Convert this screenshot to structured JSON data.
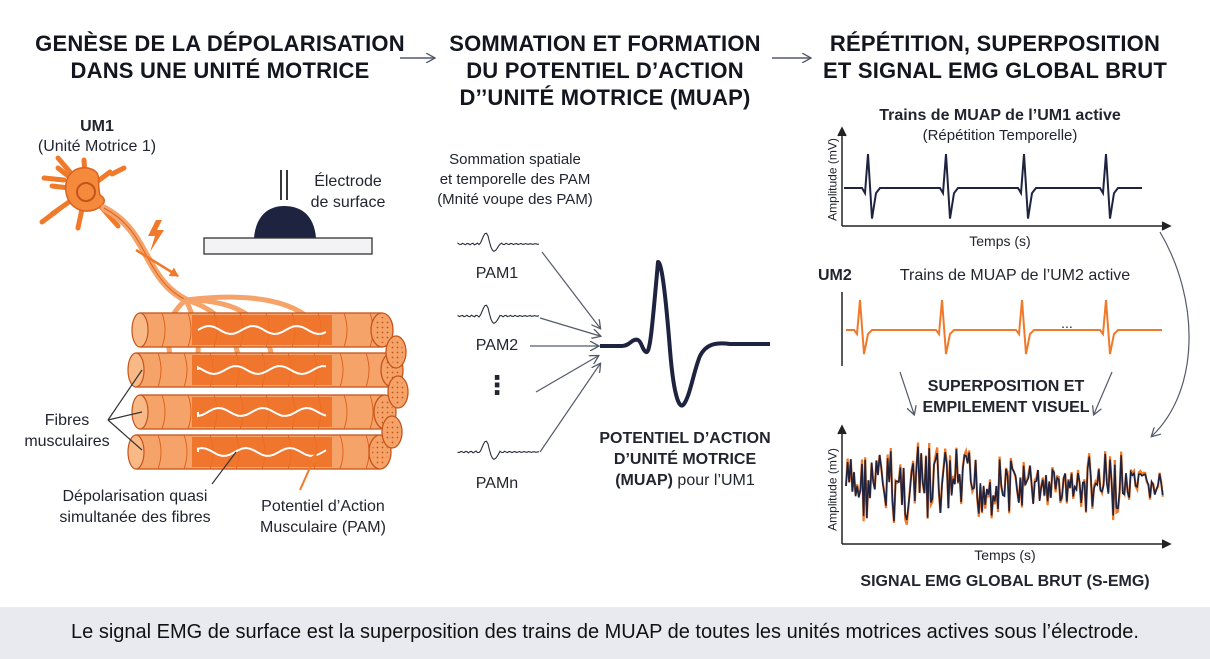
{
  "headings": {
    "genesis": [
      "GENÈSE DE LA DÉPOLARISATION",
      "DANS UNE UNITÉ MOTRICE"
    ],
    "summation": [
      "SOMMATION ET FORMATION",
      "DU POTENTIEL D’ACTION",
      "D’’UNITÉ MOTRICE (MUAP)"
    ],
    "repetition": [
      "RÉPÉTITION, SUPERPOSITION",
      "ET SIGNAL EMG GLOBAL BRUT"
    ]
  },
  "left": {
    "um1_title": "UM1",
    "um1_sub": "(Unité Motrice 1)",
    "electrode": [
      "Électrode",
      "de surface"
    ],
    "fibres": [
      "Fibres",
      "musculaires"
    ],
    "depolarisation": [
      "Dépolarisation quasi",
      "simultanée des fibres"
    ],
    "pam": [
      "Potentiel d’Action",
      "Musculaire (PAM)"
    ]
  },
  "middle": {
    "summation_note": [
      "Sommation spatiale",
      "et temporelle des PAM",
      "(Mnité voupe des PAM)"
    ],
    "pam_labels": [
      "PAM1",
      "PAM2",
      "PAMn"
    ],
    "dots": "⋮",
    "muap_title": [
      "POTENTIEL D’ACTION",
      "D’UNITÉ MOTRICE"
    ],
    "muap_bold": "(MUAP)",
    "muap_tail": " pour l’UM1"
  },
  "right": {
    "um1_train_title": "Trains de MUAP de l’UM1 active",
    "um1_train_sub": "(Répétition Temporelle)",
    "ylabel": "Amplitude (mV)",
    "xlabel": "Temps (s)",
    "um2_label": "UM2",
    "um2_train_title": "Trains de MUAP de l’UM2 active",
    "ellipsis": "...",
    "superposition": [
      "SUPERPOSITION ET",
      "EMPILEMENT VISUEL"
    ],
    "global_ylabel": "Amplitude (mV)",
    "global_xlabel": "Temps (s)",
    "global_title": "SIGNAL EMG GLOBAL BRUT (S-EMG)"
  },
  "footer": "Le signal EMG de surface est la superposition des trains de MUAP de toutes les unités motrices actives sous l’électrode.",
  "colors": {
    "orange": "#f07a2a",
    "navy": "#1e2340",
    "fibre": "#f6a36a",
    "fibreDark": "#e8742c"
  },
  "icons": [
    "neuron-icon",
    "lightning-icon",
    "electrode-icon",
    "arrow-right-icon"
  ]
}
